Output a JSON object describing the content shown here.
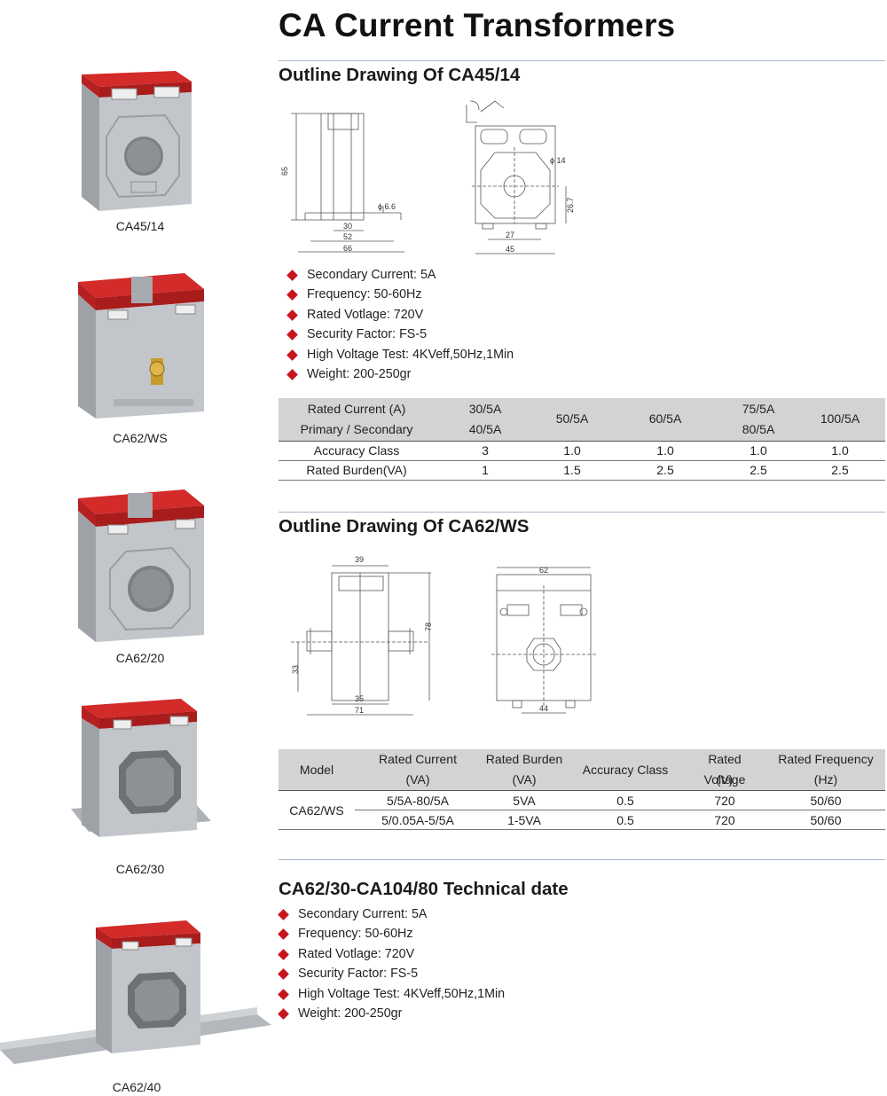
{
  "page_title": "CA Current Transformers",
  "products": [
    {
      "caption": "CA45/14"
    },
    {
      "caption": "CA62/WS"
    },
    {
      "caption": "CA62/20"
    },
    {
      "caption": "CA62/30"
    },
    {
      "caption": "CA62/40"
    }
  ],
  "section1": {
    "title": "Outline Drawing Of CA45/14",
    "dims": {
      "d65": "65",
      "d66_phi": "ϕ 6.6",
      "d30": "30",
      "d52": "52",
      "d66": "66",
      "d14_phi": "ϕ 14",
      "d26_7": "26.7",
      "d27": "27",
      "d45": "45"
    },
    "bullets": [
      "Secondary Current: 5A",
      "Frequency: 50-60Hz",
      "Rated Votlage: 720V",
      "Security Factor: FS-5",
      "High Voltage Test: 4KVeff,50Hz,1Min",
      "Weight: 200-250gr"
    ],
    "table": {
      "header_label": [
        "Rated Current (A)",
        "Primary / Secondary"
      ],
      "columns": [
        [
          "30/5A",
          "40/5A"
        ],
        [
          "50/5A"
        ],
        [
          "60/5A"
        ],
        [
          "75/5A",
          "80/5A"
        ],
        [
          "100/5A"
        ]
      ],
      "rows": [
        {
          "label": "Accuracy Class",
          "values": [
            "3",
            "1.0",
            "1.0",
            "1.0",
            "1.0"
          ]
        },
        {
          "label": "Rated Burden(VA)",
          "values": [
            "1",
            "1.5",
            "2.5",
            "2.5",
            "2.5"
          ]
        }
      ]
    }
  },
  "section2": {
    "title": "Outline Drawing Of CA62/WS",
    "dims": {
      "d39": "39",
      "d78": "78",
      "d33": "33",
      "d35": "35",
      "d71": "71",
      "d62": "62",
      "d44": "44"
    },
    "table": {
      "headers": [
        [
          "Model"
        ],
        [
          "Rated Current",
          "(VA)"
        ],
        [
          "Rated Burden",
          "(VA)"
        ],
        [
          "Accuracy Class"
        ],
        [
          "Rated Voltage",
          "(V)"
        ],
        [
          "Rated Frequency",
          "(Hz)"
        ]
      ],
      "model": "CA62/WS",
      "rows": [
        [
          "5/5A-80/5A",
          "5VA",
          "0.5",
          "720",
          "50/60"
        ],
        [
          "5/0.05A-5/5A",
          "1-5VA",
          "0.5",
          "720",
          "50/60"
        ]
      ]
    }
  },
  "section3": {
    "title": "CA62/30-CA104/80 Technical date",
    "bullets": [
      "Secondary Current: 5A",
      "Frequency: 50-60Hz",
      "Rated Votlage: 720V",
      "Security Factor: FS-5",
      "High Voltage Test: 4KVeff,50Hz,1Min",
      "Weight: 200-250gr"
    ]
  },
  "colors": {
    "accent_red": "#c8141c",
    "body_gray": "#b9bcc0",
    "rule_blue": "#a8b7c8",
    "table_header": "#d3d3d3"
  }
}
